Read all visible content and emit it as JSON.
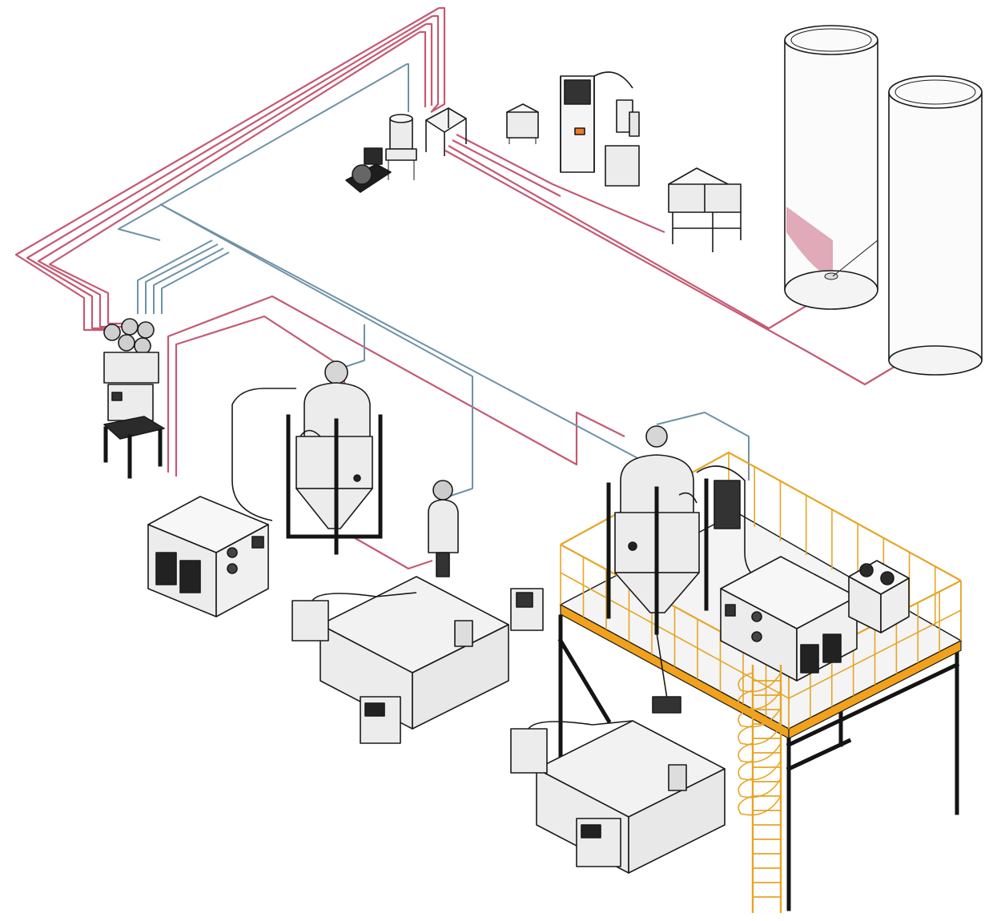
{
  "colors": {
    "material_line": "#c45a72",
    "vacuum_line": "#6e92a6",
    "platform": "#f2a11c",
    "railing": "#e6a527",
    "frame_steel": "#141414",
    "machine_body": "#ececec",
    "silo_shade": "#d88fa1",
    "flex_hose": "#ee7a2a"
  },
  "equipment": [
    {
      "id": "silo-left",
      "icon": "silo-icon"
    },
    {
      "id": "silo-right",
      "icon": "silo-icon"
    },
    {
      "id": "central-vacuum-pump",
      "icon": "vacuum-pump-icon"
    },
    {
      "id": "central-dust-filter",
      "icon": "filter-icon"
    },
    {
      "id": "material-distribution-station",
      "icon": "manifold-icon"
    },
    {
      "id": "mixing-tower",
      "icon": "tower-icon"
    },
    {
      "id": "small-bin",
      "icon": "bin-icon"
    },
    {
      "id": "twin-bin-stand",
      "icon": "bin-icon"
    },
    {
      "id": "multi-loader-station",
      "icon": "loader-icon"
    },
    {
      "id": "dryer-hopper-left",
      "icon": "hopper-icon"
    },
    {
      "id": "dehumidifier-left",
      "icon": "dehumidifier-icon"
    },
    {
      "id": "injection-machine-1",
      "icon": "injection-machine-icon"
    },
    {
      "id": "mezzanine-platform",
      "icon": "platform-icon"
    },
    {
      "id": "dryer-hopper-platform",
      "icon": "hopper-icon"
    },
    {
      "id": "dehumidifier-platform",
      "icon": "dehumidifier-icon"
    },
    {
      "id": "chiller-platform",
      "icon": "chiller-icon"
    },
    {
      "id": "injection-machine-2",
      "icon": "injection-machine-icon"
    },
    {
      "id": "cage-ladder",
      "icon": "ladder-icon"
    }
  ]
}
